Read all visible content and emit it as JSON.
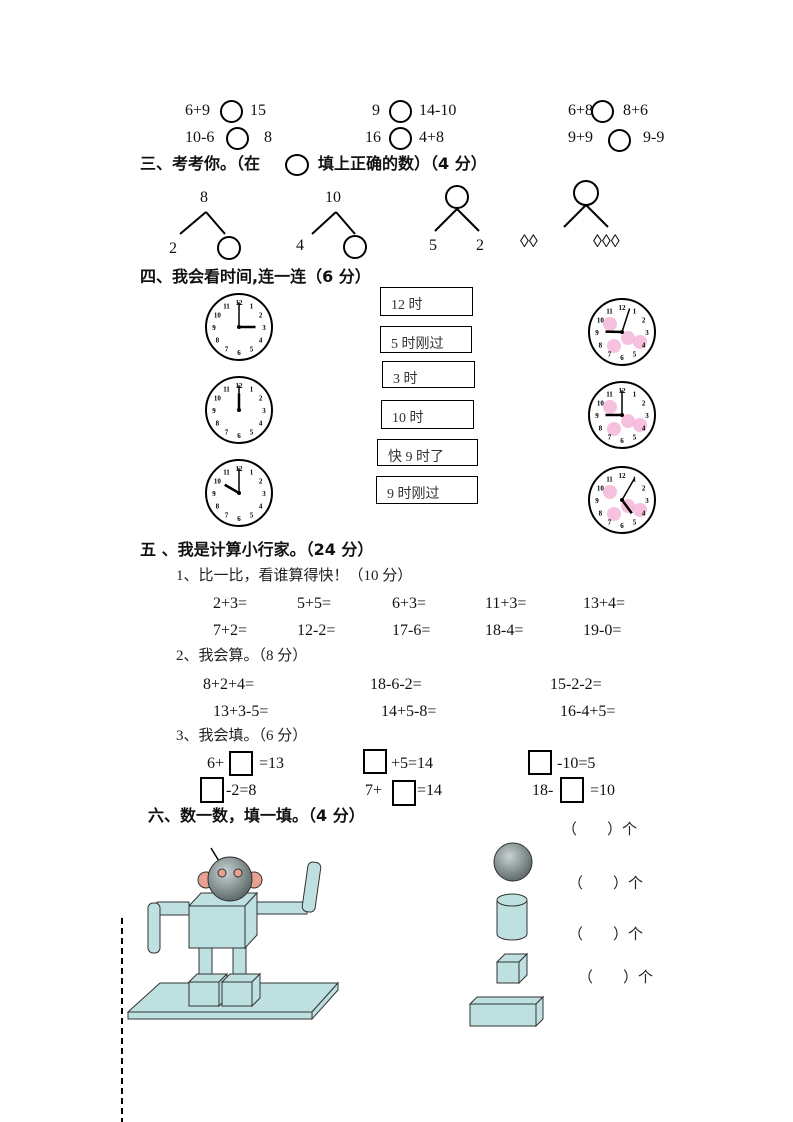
{
  "compare": {
    "row1": [
      {
        "left": "6+9",
        "right": "15"
      },
      {
        "left": "9",
        "right": "14-10"
      },
      {
        "left": "6+8",
        "right": "8+6"
      }
    ],
    "row2": [
      {
        "left": "10-6",
        "right": "8"
      },
      {
        "left": "16",
        "right": "4+8"
      },
      {
        "left": "9+9",
        "right": "9-9"
      }
    ]
  },
  "section3": {
    "heading_a": "三、考考你。（在",
    "heading_b": "填上正确的数）（4 分）",
    "bonds": [
      {
        "top": "8",
        "left": "2"
      },
      {
        "top": "10",
        "left": "4"
      },
      {
        "left": "5",
        "right": "2"
      }
    ],
    "diamond_groups": [
      "◊◊",
      "◊◊◊"
    ]
  },
  "section4": {
    "heading": "四、我会看时间,连一连（6 分）",
    "labels": [
      "12 时",
      "5 时刚过",
      "3 时",
      "10 时",
      "快 9 时了",
      "9 时刚过"
    ],
    "clock_numbers": [
      "12",
      "1",
      "2",
      "3",
      "4",
      "5",
      "6",
      "7",
      "8",
      "9",
      "10",
      "11"
    ],
    "left_clocks": [
      {
        "hour": 3,
        "minute": 0
      },
      {
        "hour": 12,
        "minute": 0
      },
      {
        "hour": 10,
        "minute": 0
      }
    ],
    "right_clocks": [
      {
        "hour": 9,
        "minute": 3
      },
      {
        "hour": 9,
        "minute": 0
      },
      {
        "hour": 4.7,
        "minute": 5
      }
    ]
  },
  "section5": {
    "heading": "五 、我是计算小行家。（24 分）",
    "part1": {
      "title": "1、比一比，看谁算得快！（10 分）",
      "row1": [
        "2+3=",
        "5+5=",
        "6+3=",
        "11+3=",
        "13+4="
      ],
      "row2": [
        "7+2=",
        "12-2=",
        "17-6=",
        "18-4=",
        "19-0="
      ]
    },
    "part2": {
      "title": "2、我会算。（8 分）",
      "row1": [
        "8+2+4=",
        "18-6-2=",
        "15-2-2="
      ],
      "row2": [
        "13+3-5=",
        "14+5-8=",
        "16-4+5="
      ]
    },
    "part3": {
      "title": "3、我会填。（6 分）",
      "items": [
        "6+",
        "=13",
        "+5=14",
        "-10=5",
        "-2=8",
        "7+",
        "=14",
        "18-",
        "=10"
      ]
    }
  },
  "section6": {
    "heading": "六、数一数，填一填。（4 分）",
    "answers": [
      "（　　）个",
      "（　　）个",
      "（　　）个",
      "（　　）个"
    ]
  },
  "colors": {
    "shape_fill": "#bfe0e0",
    "sphere": "#7f8c8c",
    "ear": "#e8a090"
  }
}
